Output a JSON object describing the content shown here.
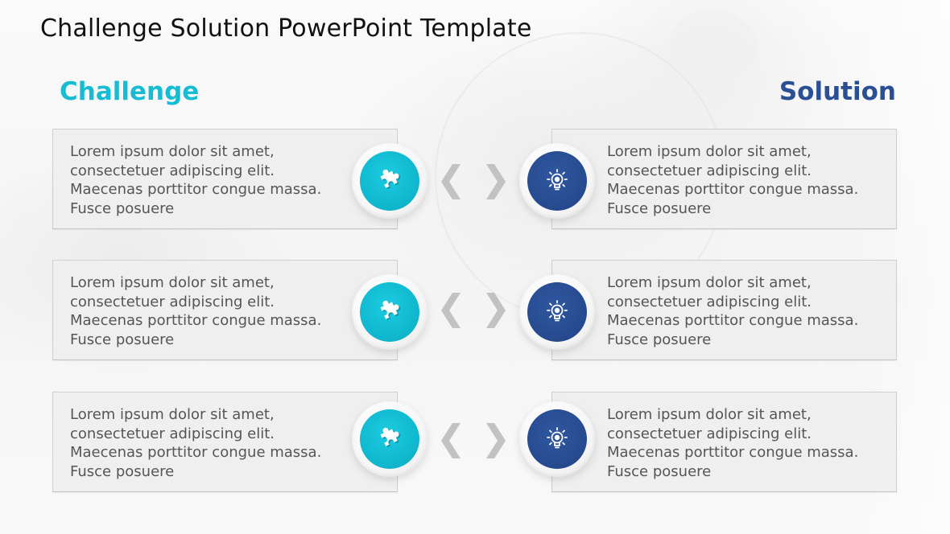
{
  "slide": {
    "title": "Challenge Solution PowerPoint Template",
    "colors": {
      "challenge_accent": "#17bcd3",
      "solution_accent": "#2b4f93",
      "box_background": "#efefef",
      "body_text": "#555555",
      "chevron": "#c2c2c2"
    }
  },
  "columns": {
    "challenge": {
      "heading": "Challenge",
      "icon": "puzzle-piece-icon"
    },
    "solution": {
      "heading": "Solution",
      "icon": "lightbulb-gear-icon"
    }
  },
  "rows": [
    {
      "challenge_text": "Lorem ipsum dolor sit amet,\nconsectetuer adipiscing elit.\nMaecenas porttitor congue massa.\nFusce posuere",
      "solution_text": "Lorem ipsum dolor sit amet,\nconsectetuer adipiscing elit.\nMaecenas porttitor congue massa.\nFusce posuere",
      "connector": {
        "left": "chevron-left-icon",
        "right": "chevron-right-icon"
      }
    },
    {
      "challenge_text": "Lorem ipsum dolor sit amet,\nconsectetuer adipiscing elit.\nMaecenas porttitor congue massa.\nFusce posuere",
      "solution_text": "Lorem ipsum dolor sit amet,\nconsectetuer adipiscing elit.\nMaecenas porttitor congue massa.\nFusce posuere",
      "connector": {
        "left": "chevron-left-icon",
        "right": "chevron-right-icon"
      }
    },
    {
      "challenge_text": "Lorem ipsum dolor sit amet,\nconsectetuer adipiscing elit.\nMaecenas porttitor congue massa.\nFusce posuere",
      "solution_text": "Lorem ipsum dolor sit amet,\nconsectetuer adipiscing elit.\nMaecenas porttitor congue massa.\nFusce posuere",
      "connector": {
        "left": "chevron-left-icon",
        "right": "chevron-right-icon"
      }
    }
  ]
}
